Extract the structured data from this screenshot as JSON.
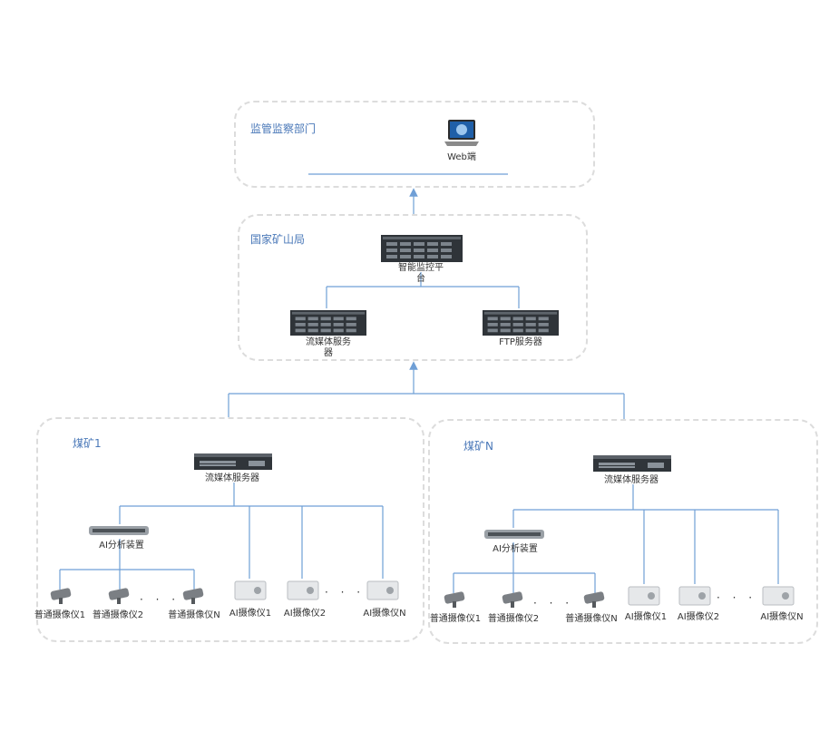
{
  "sections": {
    "supervision": "监管监察部门",
    "bureau": "国家矿山局",
    "mine1": "煤矿1",
    "mineN": "煤矿N"
  },
  "devices": {
    "web": "Web端",
    "platform": "智能监控平台",
    "stream_server": "流媒体服务器",
    "ftp_server": "FTP服务器",
    "mine1_stream": "流媒体服务器",
    "mine1_ai_device": "AI分析装置",
    "mine1_cam1": "普通摄像仪1",
    "mine1_cam2": "普通摄像仪2",
    "mine1_camN": "普通摄像仪N",
    "mine1_ai1": "AI摄像仪1",
    "mine1_ai2": "AI摄像仪2",
    "mine1_aiN": "AI摄像仪N",
    "mineN_stream": "流媒体服务器",
    "mineN_ai_device": "AI分析装置",
    "mineN_cam1": "普通摄像仪1",
    "mineN_cam2": "普通摄像仪2",
    "mineN_camN": "普通摄像仪N",
    "mineN_ai1": "AI摄像仪1",
    "mineN_ai2": "AI摄像仪2",
    "mineN_aiN": "AI摄像仪N"
  },
  "ellipsis": "· · ·",
  "colors": {
    "line": "#6f9fd6",
    "label": "#4a78b8",
    "panel_border": "#dcdcdc"
  },
  "icons": {
    "web": "laptop-icon",
    "server": "rack-server-icon",
    "ai_device": "analysis-box-icon",
    "camera": "dome-camera-icon",
    "ai_camera": "box-camera-icon"
  }
}
